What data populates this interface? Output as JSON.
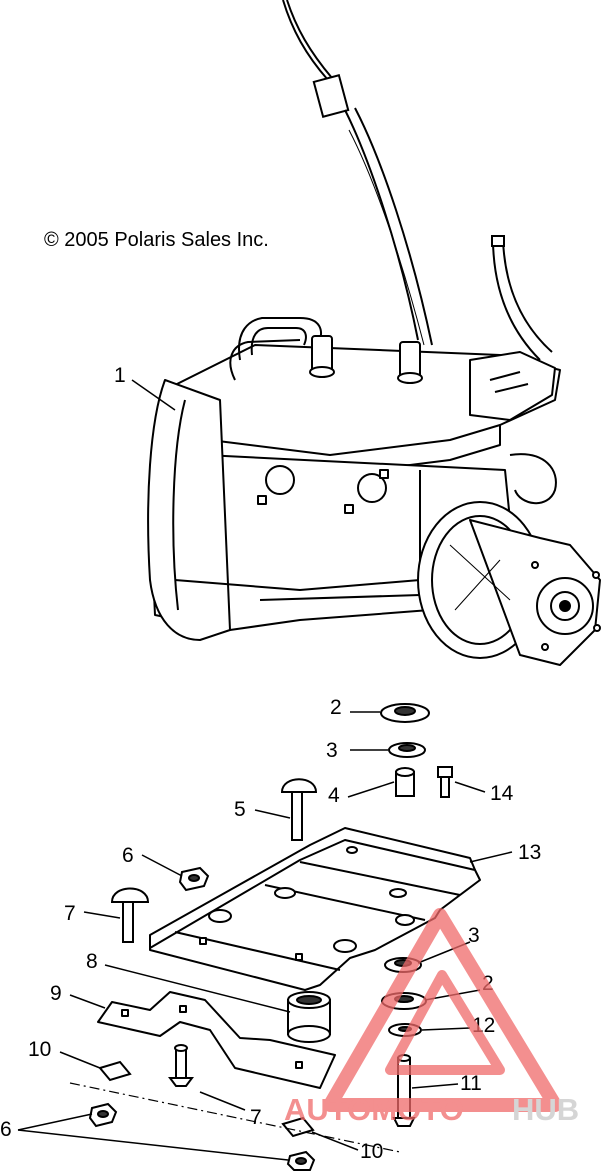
{
  "copyright": "© 2005 Polaris Sales Inc.",
  "watermark": {
    "part1": "AUTOMOTO",
    "part2": "HUB",
    "color_main": "#f06a6a",
    "color_accent": "#c8c8c8"
  },
  "callouts": {
    "c1": "1",
    "c2a": "2",
    "c3a": "3",
    "c4": "4",
    "c5": "5",
    "c14": "14",
    "c6a": "6",
    "c13": "13",
    "c7a": "7",
    "c8": "8",
    "c3b": "3",
    "c9": "9",
    "c2b": "2",
    "c12": "12",
    "c10a": "10",
    "c11": "11",
    "c7b": "7",
    "c6b": "6",
    "c10b": "10"
  }
}
